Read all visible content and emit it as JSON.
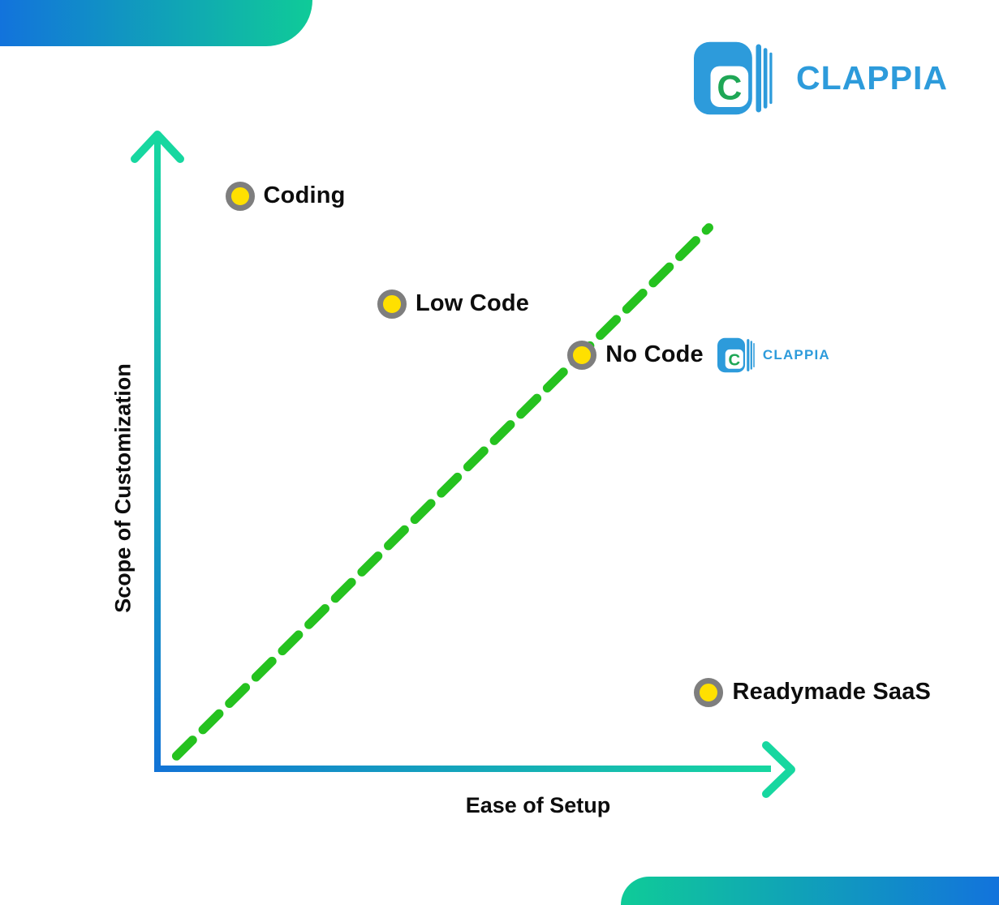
{
  "brand": {
    "name": "CLAPPIA",
    "icon_letter": "C"
  },
  "colors": {
    "brand_blue": "#2D9BDB",
    "brand_green": "#1FA756",
    "decor_blue": "#1273DC",
    "decor_green": "#0FCB98",
    "axis_blue": "#1273D6",
    "axis_teal": "#17D7A0",
    "trend_green": "#25C21F",
    "marker_fill": "#FFE000",
    "marker_ring": "#7E7E7E"
  },
  "chart_data": {
    "type": "scatter",
    "xlabel": "Ease of Setup",
    "ylabel": "Scope of Customization",
    "x_range": [
      0,
      1
    ],
    "y_range": [
      0,
      1
    ],
    "grid": false,
    "legend": false,
    "points": [
      {
        "label": "Coding",
        "x": 0.13,
        "y": 0.9,
        "with_brand_logo": false
      },
      {
        "label": "Low Code",
        "x": 0.37,
        "y": 0.73,
        "with_brand_logo": false
      },
      {
        "label": "No Code",
        "x": 0.67,
        "y": 0.65,
        "with_brand_logo": true
      },
      {
        "label": "Readymade SaaS",
        "x": 0.87,
        "y": 0.12,
        "with_brand_logo": false
      }
    ],
    "trend_line": {
      "style": "dashed",
      "from": [
        0.03,
        0.02
      ],
      "to": [
        0.87,
        0.85
      ]
    }
  }
}
